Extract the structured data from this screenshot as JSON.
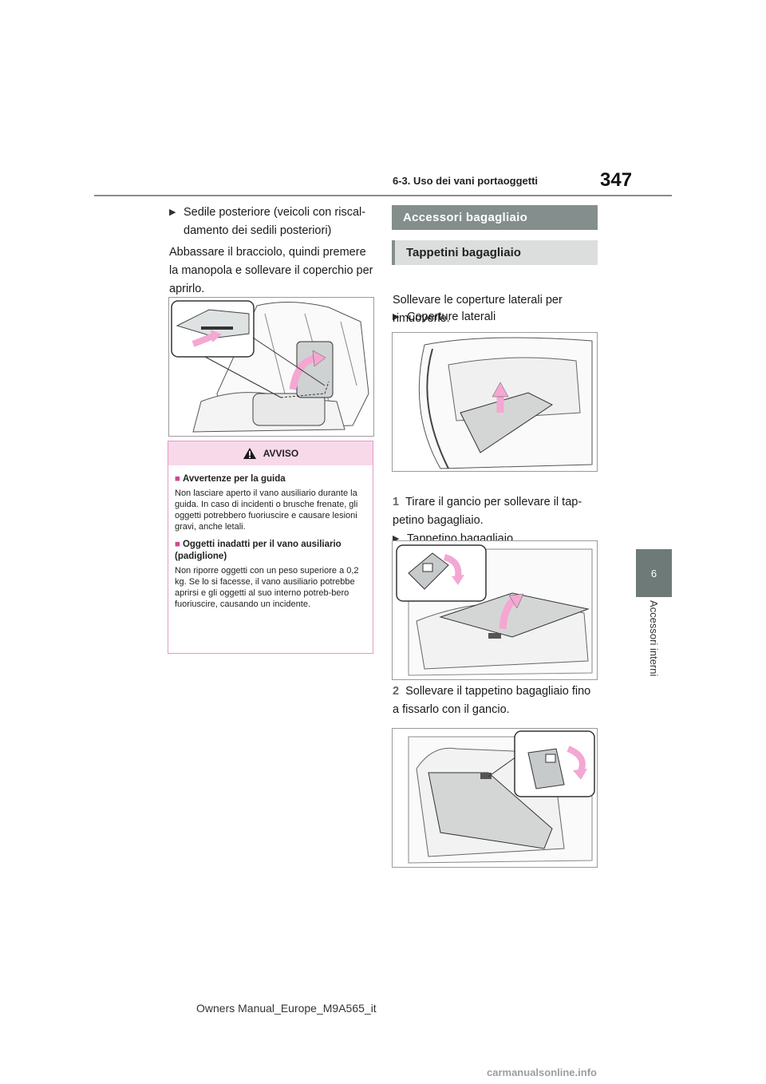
{
  "header": {
    "page_number": "347",
    "section": "6-3. Uso dei vani portaoggetti"
  },
  "side_tab": {
    "number": "6",
    "label": "Accessori interni"
  },
  "left_column": {
    "bullet": "Sedile posteriore (veicoli con riscal-damento dei sedili posteriori)",
    "paragraph": "Abbassare il bracciolo, quindi premere la manopola e sollevare il coperchio per aprirlo."
  },
  "warning": {
    "title": "AVVISO",
    "items": [
      {
        "heading": "Avvertenze per la guida",
        "text": "Non lasciare aperto il vano ausiliario durante la guida. In caso di incidenti o brusche frenate, gli oggetti potrebbero fuoriuscire e causare lesioni gravi, anche letali."
      },
      {
        "heading": "Oggetti inadatti per il vano ausiliario (padiglione)",
        "text": "Non riporre oggetti con un peso superiore a 0,2 kg. Se lo si facesse, il vano ausiliario potrebbe aprirsi e gli oggetti al suo interno potreb-bero fuoriuscire, causando un incidente."
      }
    ]
  },
  "right_column": {
    "section_heading": "Accessori bagagliaio",
    "subsection_heading": "Tappetini bagagliaio",
    "bullet1": "Coperture laterali",
    "paragraph1": "Sollevare le coperture laterali per rimuoverle.",
    "bullet2": "Tappetino bagagliaio",
    "step1_num": "1",
    "step1": "Tirare il gancio per sollevare il tap-petino bagagliaio.",
    "step2_num": "2",
    "step2": "Sollevare il tappetino bagagliaio fino a fissarlo con il gancio."
  },
  "footer": {
    "text": "Owners Manual_Europe_M9A565_it"
  },
  "watermark": {
    "text": "carmanualsonline.info"
  },
  "colors": {
    "arrow_pink": "#f3a7d2",
    "warning_border": "#e59ac4",
    "band_dark": "#848e8c"
  },
  "icons": {
    "warning": "warning-triangle-icon",
    "bullet": "triangle-right-icon"
  }
}
